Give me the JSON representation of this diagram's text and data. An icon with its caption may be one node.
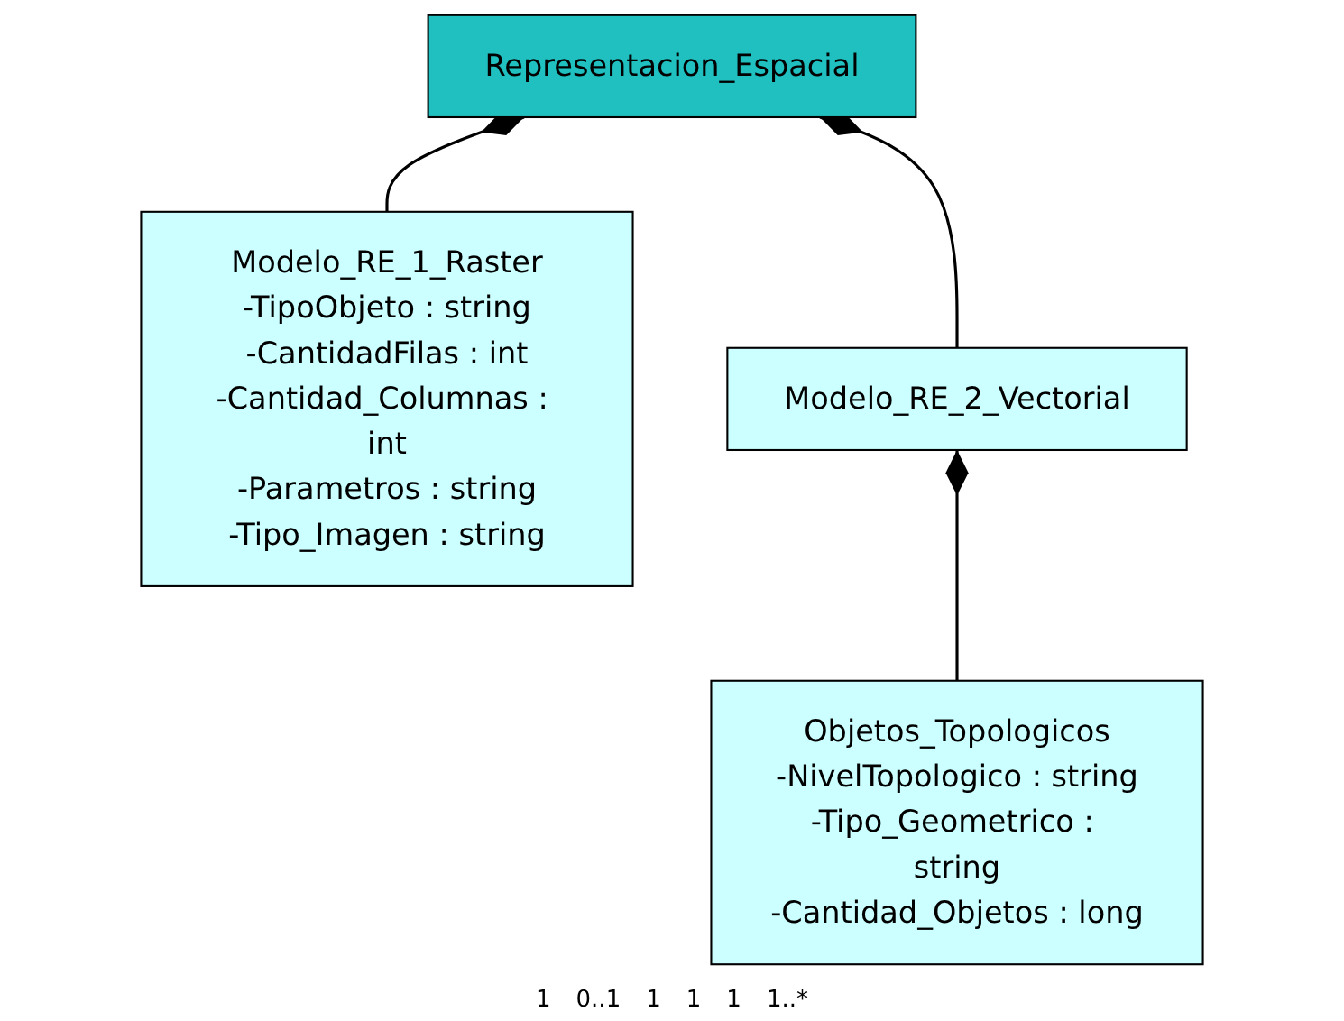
{
  "diagram": {
    "nodes": [
      {
        "text": [
          "Representacion_Espacial"
        ]
      },
      {
        "text": [
          "Modelo_RE_1_Raster",
          "-TipoObjeto : string",
          "-CantidadFilas : int",
          "-Cantidad_Columnas : int",
          "-Parametros : string",
          "-Tipo_Imagen : string"
        ]
      },
      {
        "text": [
          "Modelo_RE_2_Vectorial"
        ]
      },
      {
        "text": [
          "Objetos_Topologicos",
          "-NivelTopologico : string",
          "-Tipo_Geometrico : string",
          "-Cantidad_Objetos : long"
        ]
      }
    ],
    "edges": [
      {
        "from": 0,
        "to": 1,
        "arrow": "other"
      },
      {
        "from": 0,
        "to": 2,
        "arrow": "other"
      },
      {
        "from": 2,
        "to": 3,
        "arrow": "other"
      }
    ],
    "labels": [
      "1",
      "0..1",
      "1",
      "1",
      "1",
      "1..*"
    ]
  }
}
